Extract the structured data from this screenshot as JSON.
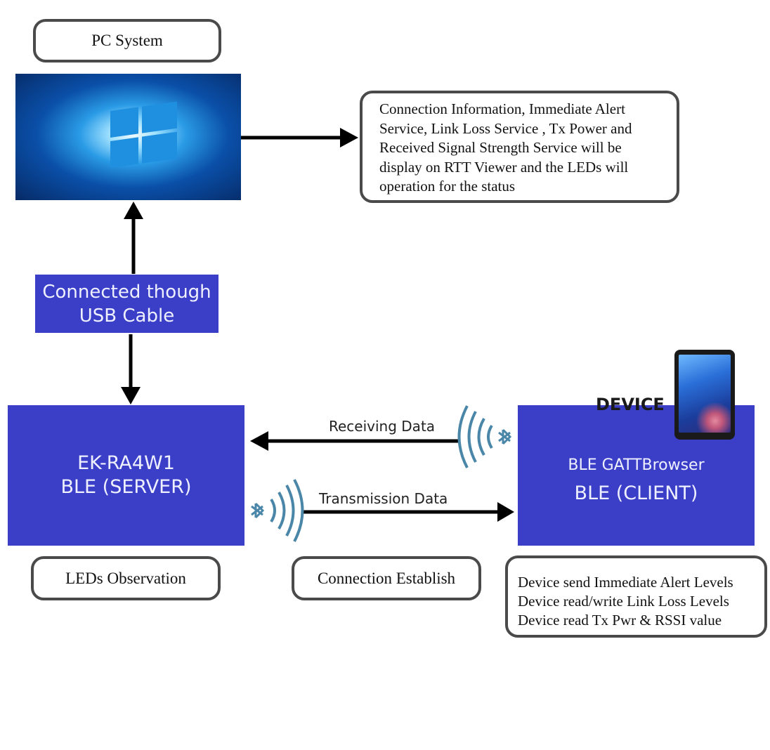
{
  "pc_system": {
    "label": "PC System"
  },
  "info_box": {
    "lines": [
      "Connection Information, Immediate  Alert",
      "Service, Link Loss Service , Tx Power and",
      "Received Signal Strength Service will be",
      "display on RTT Viewer and the LEDs will",
      "operation for the status"
    ]
  },
  "usb": {
    "line1": "Connected though",
    "line2": "USB Cable"
  },
  "server": {
    "line1": "EK-RA4W1",
    "line2": "BLE (SERVER)"
  },
  "client": {
    "device_label": "DEVICE",
    "line1": "BLE GATTBrowser",
    "line2": "BLE (CLIENT)"
  },
  "receiving": {
    "label": "Receiving Data"
  },
  "transmission": {
    "label": "Transmission Data"
  },
  "leds": {
    "label": "LEDs Observation"
  },
  "connection": {
    "label": "Connection Establish"
  },
  "device_note": {
    "lines": [
      "Device send Immediate Alert Levels",
      "Device read/write Link Loss Levels",
      "Device read Tx  Pwr & RSSI value"
    ]
  },
  "colors": {
    "block_blue": "#3b3fc8",
    "border_gray": "#4a4a4a",
    "arrow": "#000000"
  },
  "icons": [
    "windows-logo-icon",
    "bluetooth-icon",
    "tablet-icon"
  ]
}
